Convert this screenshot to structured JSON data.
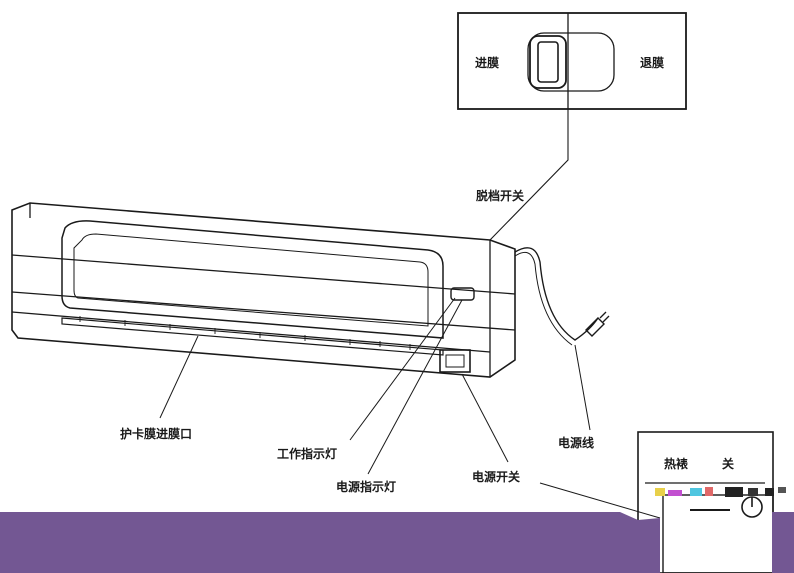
{
  "callout_top": {
    "left_label": "进膜",
    "right_label": "退膜"
  },
  "labels": {
    "release_switch": "脱档开关",
    "card_film_inlet": "护卡膜进膜口",
    "work_indicator": "工作指示灯",
    "power_indicator": "电源指示灯",
    "power_switch": "电源开关",
    "power_cord": "电源线"
  },
  "callout_bottom": {
    "left_label": "热裱",
    "right_label": "关"
  },
  "colors": {
    "ink": "#1a1a1a",
    "band": "#735793",
    "background": "#ffffff"
  }
}
